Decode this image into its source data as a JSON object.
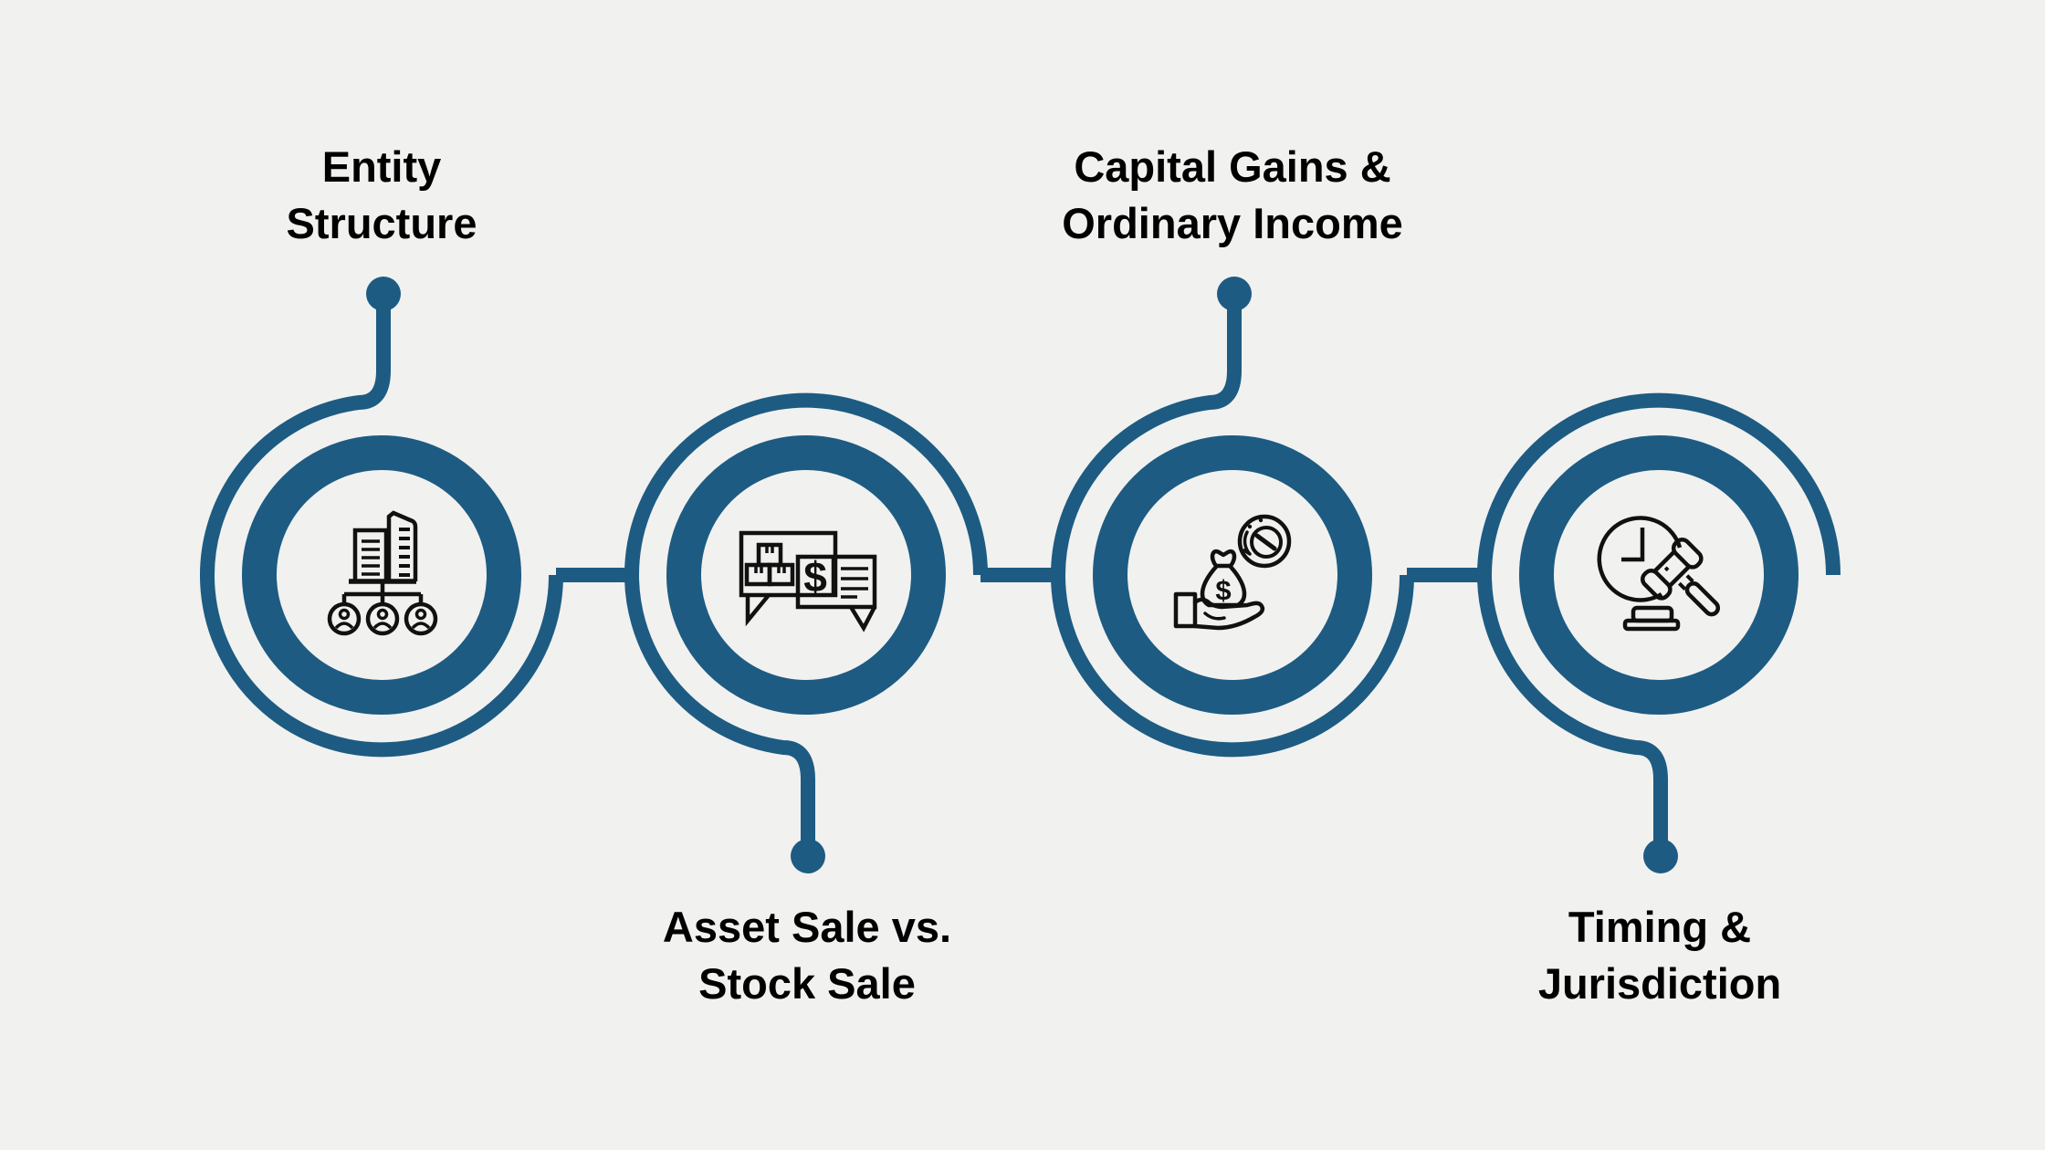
{
  "colors": {
    "accent": "#1d5b82",
    "background": "#f1f1ef",
    "icon": "#111111",
    "text": "#010101"
  },
  "diagram": {
    "type": "process-timeline",
    "node_count": 4
  },
  "nodes": [
    {
      "id": "entity-structure",
      "label": "Entity\nStructure",
      "label_position": "top",
      "icon": "org-chart-building-icon"
    },
    {
      "id": "asset-sale-vs-stock-sale",
      "label": "Asset Sale vs.\nStock Sale",
      "label_position": "bottom",
      "icon": "speech-bubbles-transaction-icon"
    },
    {
      "id": "capital-gains-ordinary-income",
      "label": "Capital Gains &\nOrdinary Income",
      "label_position": "top",
      "icon": "money-bag-coin-hand-icon"
    },
    {
      "id": "timing-jurisdiction",
      "label": "Timing &\nJurisdiction",
      "label_position": "bottom",
      "icon": "clock-gavel-icon"
    }
  ],
  "icon_glyphs": {
    "dollar_sign": "$"
  }
}
